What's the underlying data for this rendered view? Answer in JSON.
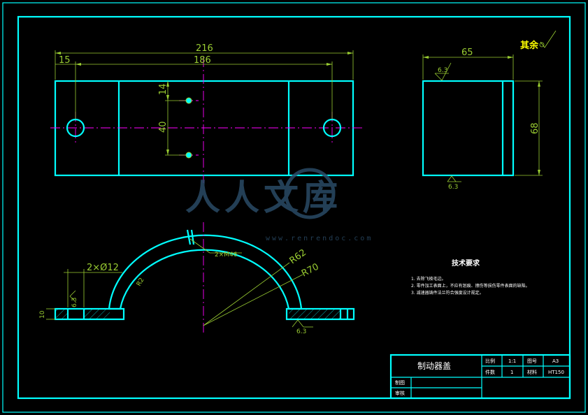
{
  "drawing": {
    "dimensions": {
      "overall_width": "216",
      "hole_spacing": "186",
      "edge_offset": "15",
      "bolt_spacing": "40",
      "bolt_offset": "14",
      "side_width": "65",
      "side_height": "68",
      "chamfer": "2×Ø12",
      "thread": "2×M46",
      "inner_radius": "R62",
      "outer_radius": "R70",
      "small_radius": "R2",
      "base_height": "6.3",
      "flange_thickness": "10"
    },
    "roughness": {
      "side_top": "6.3",
      "side_bottom": "6.3",
      "front_bottom": "6.3",
      "other": "其余"
    },
    "tech_requirements": {
      "title": "技术要求",
      "items": [
        "1. 去除飞棱毛边。",
        "2. 零件加工表面上，不应有划痕、擦伤等损伤零件表面的缺陷。",
        "3. 减速器铸件法兰符合强度设计规定。"
      ]
    },
    "title_block": {
      "part_name": "制动器盖",
      "scale_label": "比例",
      "scale_value": "1:1",
      "drawing_no_label": "图号",
      "drawing_no_value": "A3",
      "quantity_label": "件数",
      "quantity_value": "1",
      "material_label": "材料",
      "material_value": "HT150",
      "drawn_label": "制图",
      "checked_label": "审核"
    },
    "watermark": {
      "chars": "人人文库",
      "url": "www.renrendoc.com"
    }
  }
}
